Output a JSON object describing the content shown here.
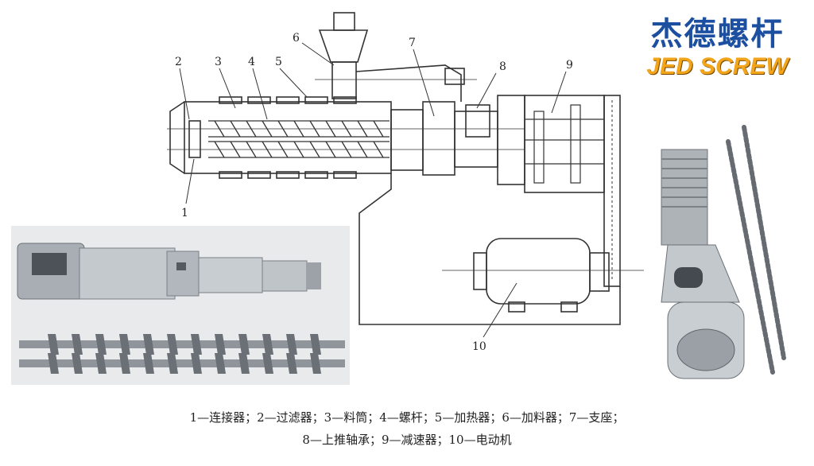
{
  "logo": {
    "cn": "杰德螺杆",
    "en": "JED SCREW"
  },
  "labels": [
    "1",
    "2",
    "3",
    "4",
    "5",
    "6",
    "7",
    "8",
    "9",
    "10"
  ],
  "caption": {
    "line1": "1—连接器；2—过滤器；3—料筒；4—螺杆；5—加热器；6—加料器；7—支座；",
    "line2": "8—上推轴承；9—减速器；10—电动机"
  },
  "colors": {
    "logo_blue": "#1c4fa0",
    "logo_orange": "#f2a51a",
    "line": "#333333",
    "metal": "#b9bec4"
  }
}
